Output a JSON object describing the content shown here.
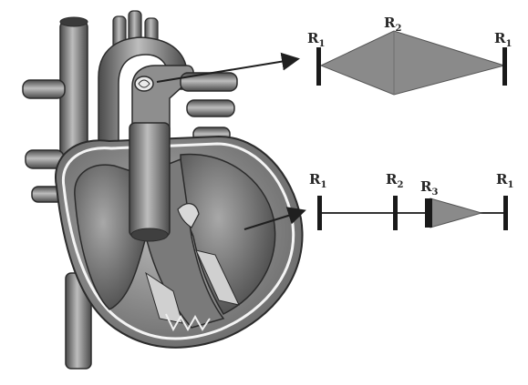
{
  "diagram": {
    "upper_murmur": {
      "labels": [
        {
          "main": "R",
          "sub": "1"
        },
        {
          "main": "R",
          "sub": "2"
        },
        {
          "main": "R",
          "sub": "1"
        }
      ]
    },
    "lower_murmur": {
      "labels": [
        {
          "main": "R",
          "sub": "1"
        },
        {
          "main": "R",
          "sub": "2"
        },
        {
          "main": "R",
          "sub": "3"
        },
        {
          "main": "R",
          "sub": "1"
        }
      ]
    }
  },
  "colors": {
    "outline": "#2b2b2b",
    "murmur_fill": "#8a8a8a",
    "heart_light": "#c9c9c9",
    "heart_mid": "#9a9a9a",
    "heart_dark": "#5a5a5a",
    "background": "#ffffff"
  }
}
